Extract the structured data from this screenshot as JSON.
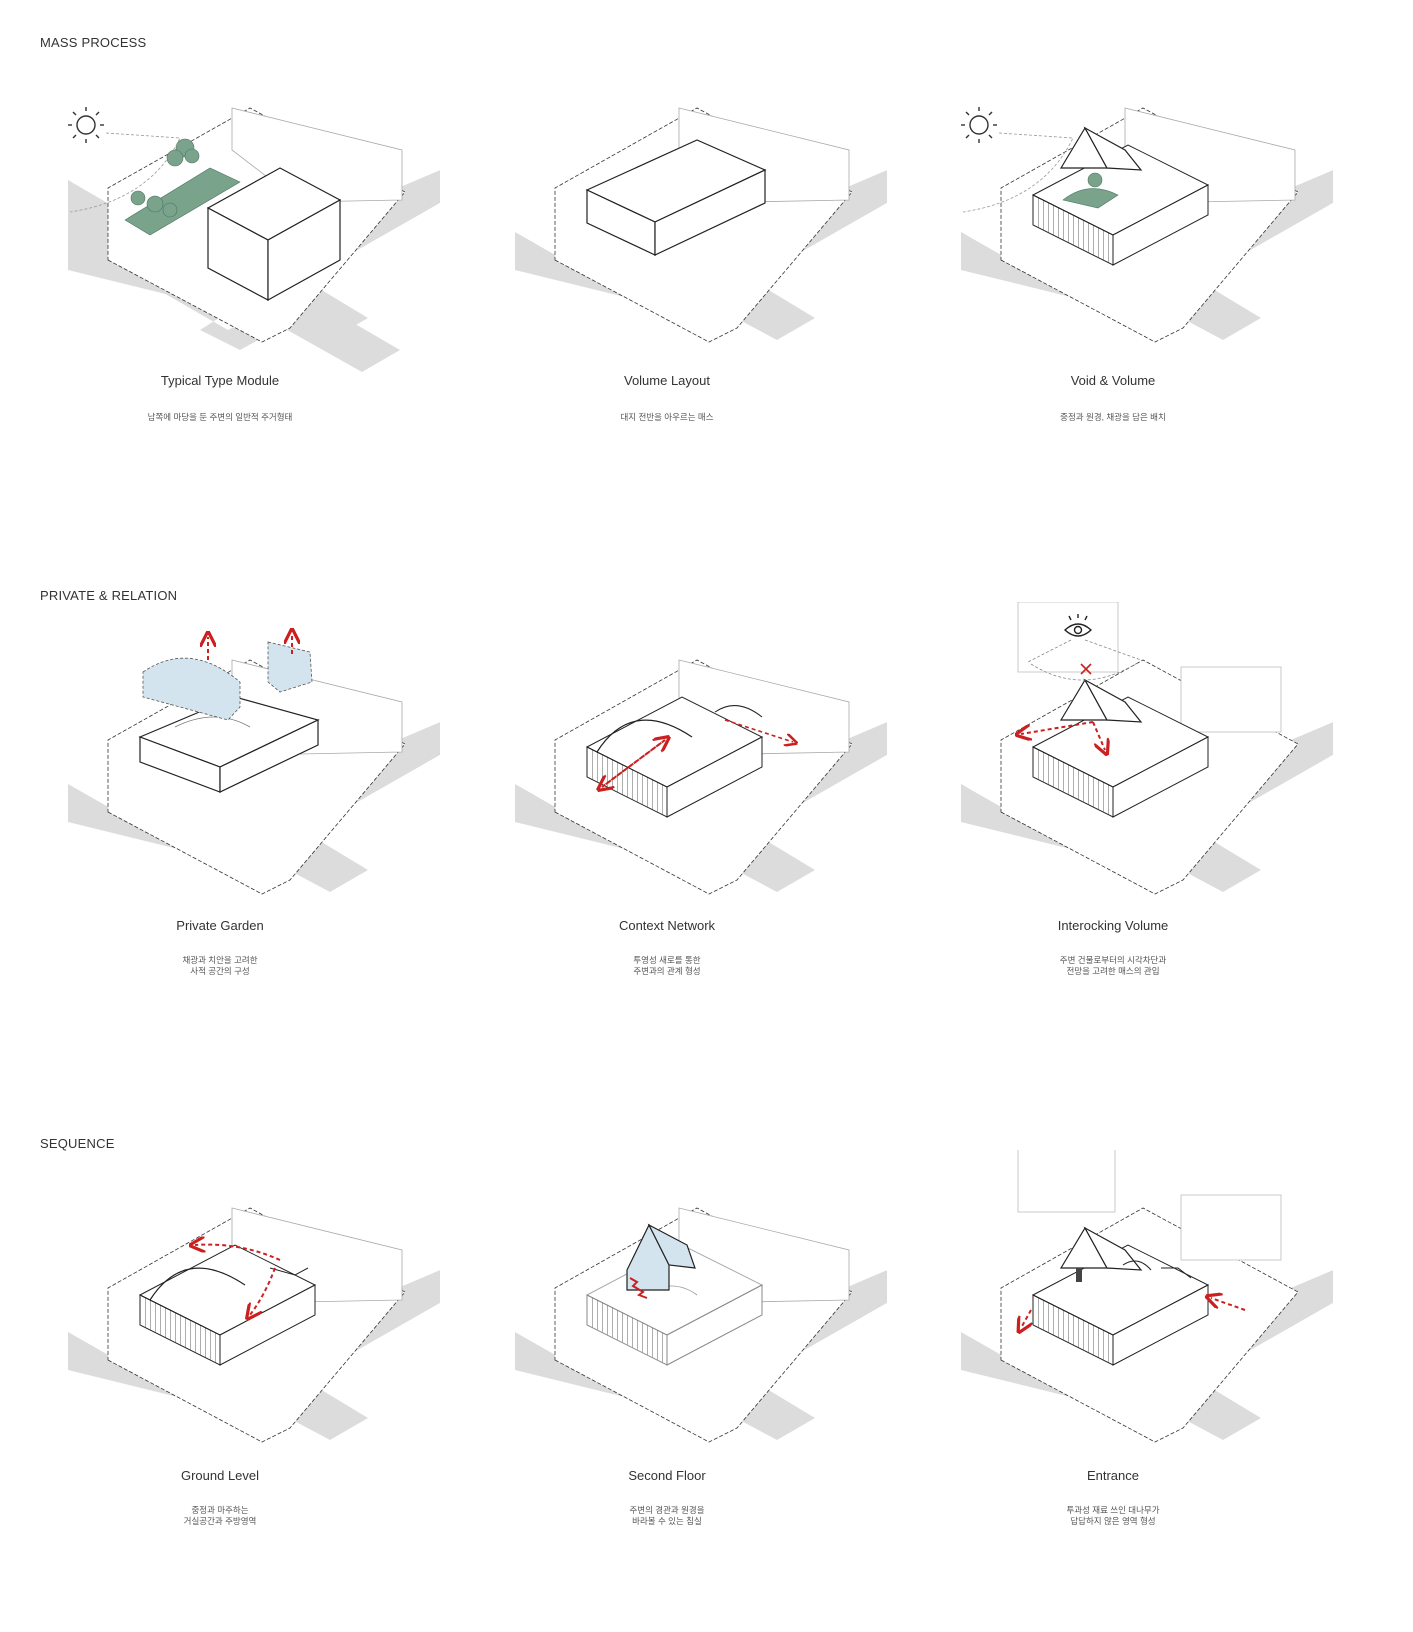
{
  "sections": [
    {
      "title": "MASS PROCESS"
    },
    {
      "title": "PRIVATE & RELATION"
    },
    {
      "title": "SEQUENCE"
    }
  ],
  "panels": [
    {
      "title": "Typical Type Module",
      "desc": [
        "남쪽에 마당을 둔 주변의 일반적 주거형태"
      ]
    },
    {
      "title": "Volume Layout",
      "desc": [
        "대지 전반을 아우르는 매스"
      ]
    },
    {
      "title": "Void & Volume",
      "desc": [
        "중정과 원경, 채광을 담은 배치"
      ]
    },
    {
      "title": "Private Garden",
      "desc": [
        "채광과 치안을 고려한",
        "사적 공간의 구성"
      ]
    },
    {
      "title": "Context Network",
      "desc": [
        "투영성 새로를 통한",
        "주변과의 관계 형성"
      ]
    },
    {
      "title": "Interocking Volume",
      "desc": [
        "주변 건물로부터의 시각차단과",
        "전망을 고려한 매스의 관입"
      ]
    },
    {
      "title": "Ground Level",
      "desc": [
        "중정과 마주하는",
        "거실공간과 주방영역"
      ]
    },
    {
      "title": "Second Floor",
      "desc": [
        "주변의 경관과 원경을",
        "바라볼 수 있는 침실"
      ]
    },
    {
      "title": "Entrance",
      "desc": [
        "투과성 재료 쓰인 대나무가",
        "답답하지 않은 영역 형성"
      ]
    }
  ],
  "colors": {
    "road": "#dcdcdc",
    "line": "#222222",
    "accent_red": "#cc1f1f",
    "garden_green": "#7aa38c",
    "float_blue": "#d4e4ee"
  }
}
